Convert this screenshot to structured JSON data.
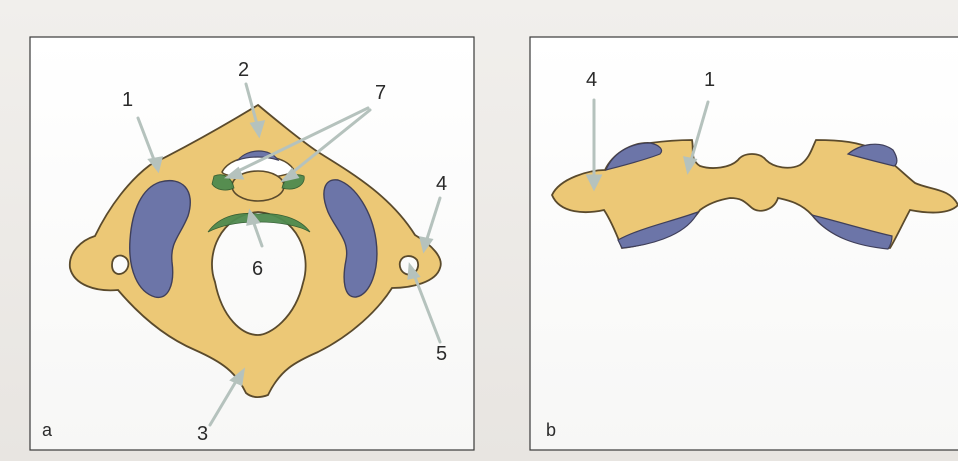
{
  "panels": {
    "a": {
      "letter": "a"
    },
    "b": {
      "letter": "b"
    }
  },
  "labels_a": {
    "l1": "1",
    "l2": "2",
    "l3": "3",
    "l4": "4",
    "l5": "5",
    "l6": "6",
    "l7": "7"
  },
  "labels_b": {
    "l4": "4",
    "l1": "1"
  },
  "colors": {
    "bone": "#ecc876",
    "bone_stroke": "#5a4a2c",
    "articular_facet": "#6c75a8",
    "ligament": "#4f8a4f",
    "arrow": "#b5c2bd",
    "frame": "#3a3a3a"
  }
}
